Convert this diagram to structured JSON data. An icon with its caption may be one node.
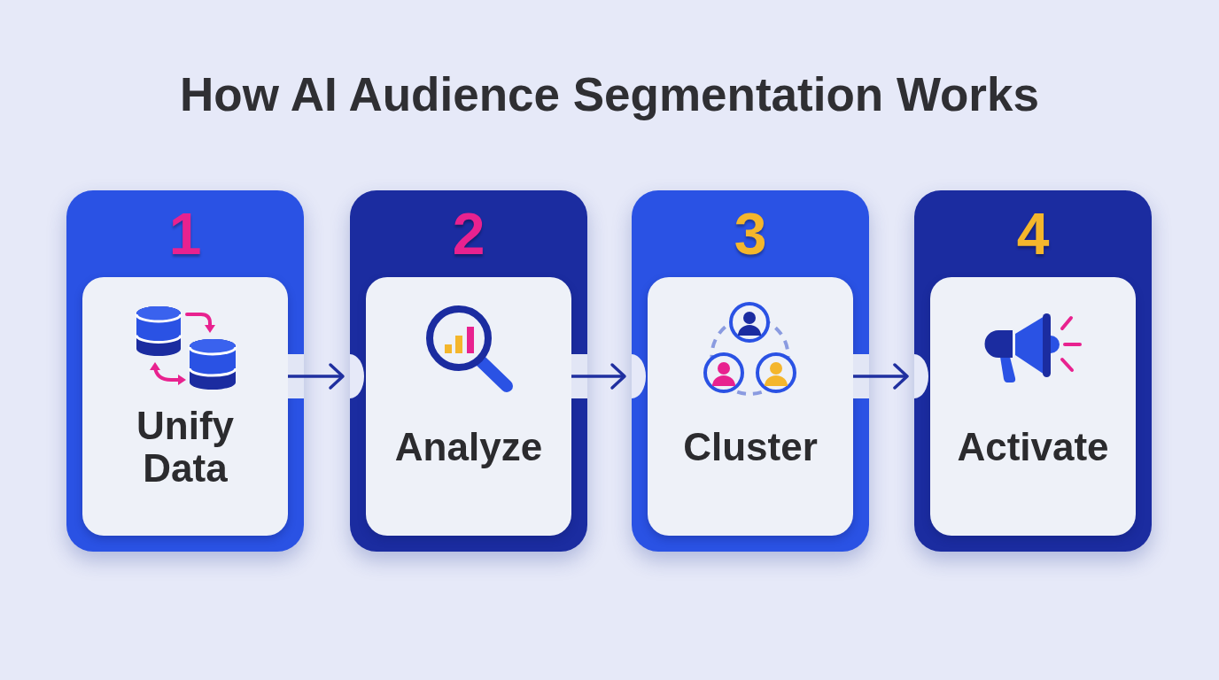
{
  "diagram": {
    "title": "How AI Audience Segmentation Works",
    "nodes": [
      {
        "text": [
          "1"
        ]
      },
      {
        "text": [
          "Unify Data"
        ],
        "in": 0
      },
      {
        "text": [
          "2"
        ]
      },
      {
        "text": [
          "Analyze"
        ],
        "in": 2
      },
      {
        "text": [
          "3"
        ]
      },
      {
        "text": [
          "Cluster"
        ],
        "in": 4
      },
      {
        "text": [
          "4"
        ]
      },
      {
        "text": [
          "Activate"
        ],
        "in": 6
      }
    ],
    "edges": [
      {
        "from": 1,
        "to": 2,
        "arrow": "to"
      },
      {
        "from": 3,
        "to": 4,
        "arrow": "to"
      },
      {
        "from": 5,
        "to": 6,
        "arrow": "to"
      }
    ]
  }
}
